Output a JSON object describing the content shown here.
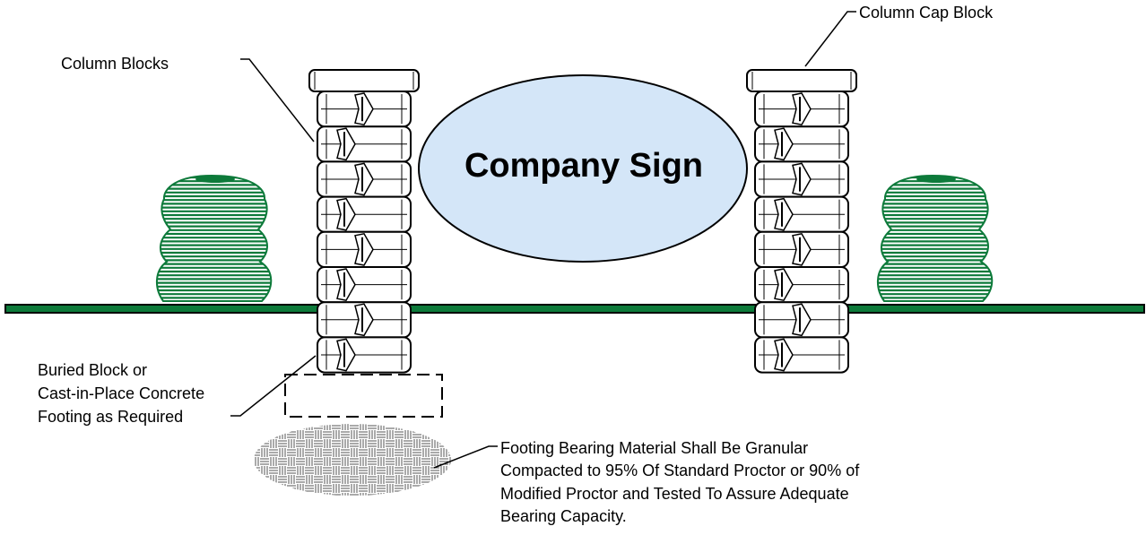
{
  "diagram": {
    "sign_text": "Company Sign",
    "labels": {
      "column_cap_block": "Column Cap Block",
      "column_blocks": "Column Blocks",
      "buried_block": [
        "Buried Block or",
        "Cast-in-Place Concrete",
        "Footing as Required"
      ],
      "footing_note": [
        "Footing Bearing Material Shall Be Granular",
        "Compacted to 95% Of Standard Proctor or 90% of",
        "Modified Proctor and Tested To Assure Adequate",
        "Bearing Capacity."
      ]
    },
    "colors": {
      "line": "#000000",
      "ground": "#0d7a3a",
      "shrub_fill": "#0d7a3a",
      "sign_fill": "#d4e6f8"
    }
  }
}
